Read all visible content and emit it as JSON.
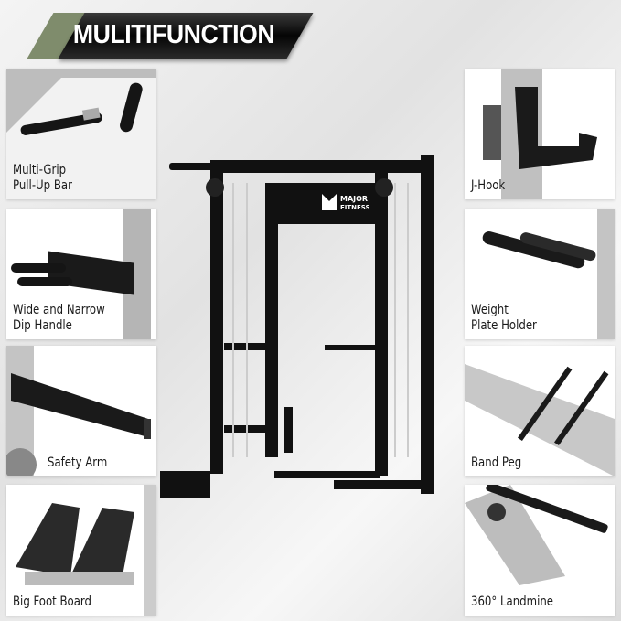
{
  "banner": {
    "title": "MULITIFUNCTION"
  },
  "colors": {
    "accent_green": "#7f8c6c",
    "banner": "#111111",
    "frame": "#111111"
  },
  "brand_logo": "MAJOR FITNESS",
  "features_left": [
    {
      "label": "Multi-Grip\nPull-Up Bar",
      "icon": "pull-up-bar"
    },
    {
      "label": "Wide and Narrow\nDip Handle",
      "icon": "dip-handle"
    },
    {
      "label": "Safety Arm",
      "icon": "safety-arm"
    },
    {
      "label": "Big Foot Board",
      "icon": "foot-board"
    }
  ],
  "features_right": [
    {
      "label": "J-Hook",
      "icon": "j-hook"
    },
    {
      "label": "Weight\nPlate Holder",
      "icon": "plate-holder"
    },
    {
      "label": "Band Peg",
      "icon": "band-peg"
    },
    {
      "label": "360° Landmine",
      "icon": "landmine"
    }
  ]
}
